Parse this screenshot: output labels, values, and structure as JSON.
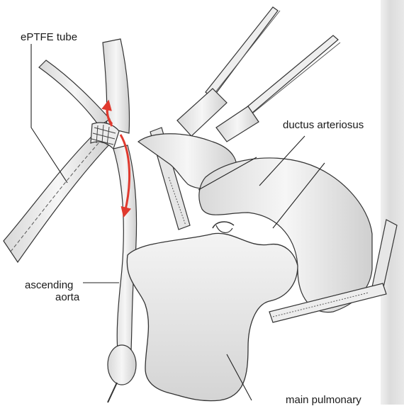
{
  "diagram": {
    "labels": {
      "eptfe_tube": "ePTFE tube",
      "ductus_arteriosus": "ductus arteriosus",
      "ascending_aorta_line1": "ascending",
      "ascending_aorta_line2": "aorta",
      "main_pulmonary": "main pulmonary"
    },
    "colors": {
      "line": "#333333",
      "vessel_fill": "#f2f2f2",
      "vessel_shade": "#c8c8c8",
      "flow_arrow": "#e03a2f",
      "background": "#ffffff"
    },
    "icons": {
      "flow_arrows": "red-flow-arrow",
      "clamp": "vascular-clamp",
      "suture": "suture-knot"
    }
  }
}
